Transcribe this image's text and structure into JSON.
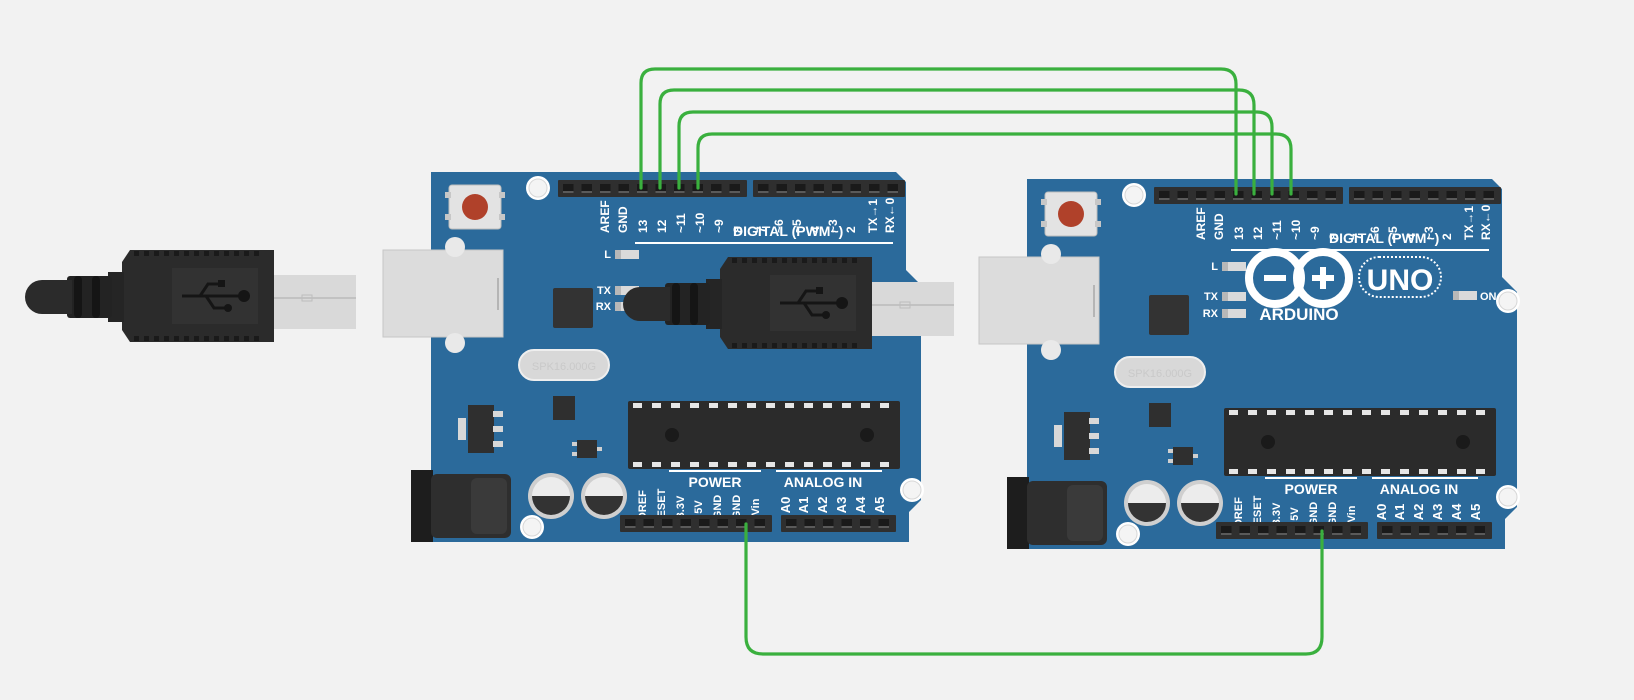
{
  "colors": {
    "background": "#f2f2f2",
    "board": "#2b6a9b",
    "board_dark": "#1f5680",
    "header": "#2f2f2f",
    "wire": "#3ab03e",
    "usb_cable": "#2b2b2b",
    "usb_port": "#dcdcdc",
    "reset_button": "#b0412a"
  },
  "boards": [
    {
      "digital_pins": [
        "AREF",
        "GND",
        "13",
        "12",
        "~11",
        "~10",
        "~9",
        "8",
        "7",
        "~6",
        "~5",
        "4",
        "~3",
        "2",
        "TX→1",
        "RX←0"
      ],
      "digital_label": "DIGITAL (PWM~)",
      "power_pins": [
        "IOREF",
        "RESET",
        "3.3V",
        "5V",
        "GND",
        "GND",
        "Vin"
      ],
      "power_label": "POWER",
      "analog_pins": [
        "A0",
        "A1",
        "A2",
        "A3",
        "A4",
        "A5"
      ],
      "analog_label": "ANALOG IN",
      "led_labels": [
        "L",
        "TX",
        "RX"
      ],
      "crystal_text": "SPK16.000G"
    },
    {
      "digital_pins": [
        "AREF",
        "GND",
        "13",
        "12",
        "~11",
        "~10",
        "~9",
        "8",
        "7",
        "~6",
        "~5",
        "4",
        "~3",
        "2",
        "TX→1",
        "RX←0"
      ],
      "digital_label": "DIGITAL (PWM~)",
      "power_pins": [
        "IOREF",
        "RESET",
        "3.3V",
        "5V",
        "GND",
        "GND",
        "Vin"
      ],
      "power_label": "POWER",
      "analog_pins": [
        "A0",
        "A1",
        "A2",
        "A3",
        "A4",
        "A5"
      ],
      "analog_label": "ANALOG IN",
      "led_labels": [
        "L",
        "TX",
        "RX"
      ],
      "on_label": "ON",
      "logo_text": "ARDUINO",
      "model_text": "UNO",
      "crystal_text": "SPK16.000G"
    }
  ]
}
